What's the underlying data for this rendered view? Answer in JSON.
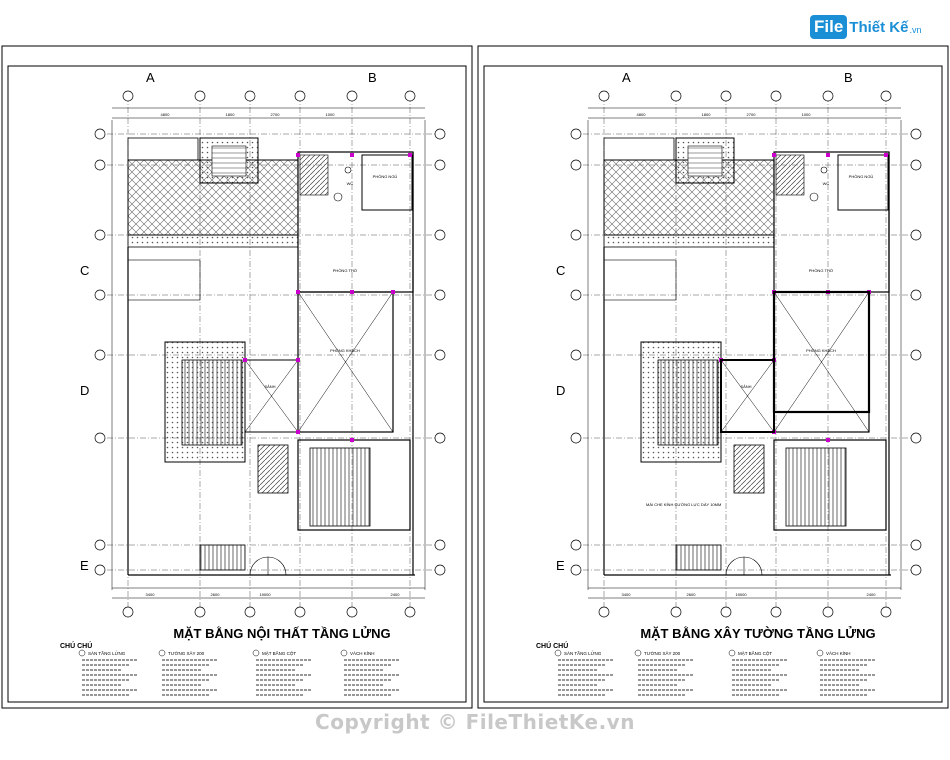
{
  "logo": {
    "mark": "File",
    "rest": "Thiết Kế",
    "suffix": ".vn"
  },
  "watermark": "Copyright © FileThietKe.vn",
  "colors": {
    "line": "#333333",
    "grid": "#555555",
    "accent": "#cc00cc",
    "logo": "#1a8fd6"
  },
  "sheets": [
    {
      "title": "MẶT BẰNG NỘI THẤT TẦNG LỬNG",
      "axes_top": [
        "A",
        "B"
      ],
      "axes_left": [
        "C",
        "D",
        "E"
      ],
      "dims_top": [
        "4800",
        "1800",
        "2700",
        "1000"
      ],
      "dims_bottom": [
        "3400",
        "2600",
        "19000",
        "2400"
      ],
      "rooms": [
        "PHÒNG NGỦ",
        "PHÒNG THỜ",
        "WC",
        "SẢNH",
        "PHÒNG KHÁCH"
      ],
      "legend_title": "CHÚ CHÚ",
      "notes": [
        "SÀN TẦNG LỬNG",
        "TƯỜNG XÂY 200",
        "MẶT BẰNG CỘT",
        "VÁCH KÍNH"
      ]
    },
    {
      "title": "MẶT BẰNG XÂY TƯỜNG TẦNG LỬNG",
      "axes_top": [
        "A",
        "B"
      ],
      "axes_left": [
        "C",
        "D",
        "E"
      ],
      "dims_top": [
        "4800",
        "1800",
        "2700",
        "1000"
      ],
      "dims_bottom": [
        "3400",
        "2600",
        "19000",
        "2400"
      ],
      "rooms": [
        "PHÒNG NGỦ",
        "PHÒNG THỜ",
        "WC",
        "SẢNH",
        "PHÒNG KHÁCH"
      ],
      "legend_title": "CHÚ CHÚ",
      "notes": [
        "SÀN TẦNG LỬNG",
        "TƯỜNG XÂY 200",
        "MẶT BẰNG CỘT",
        "VÁCH KÍNH"
      ],
      "annotation": "MÁI CHE KÍNH CƯỜNG LỰC DÀY 10MM"
    }
  ]
}
